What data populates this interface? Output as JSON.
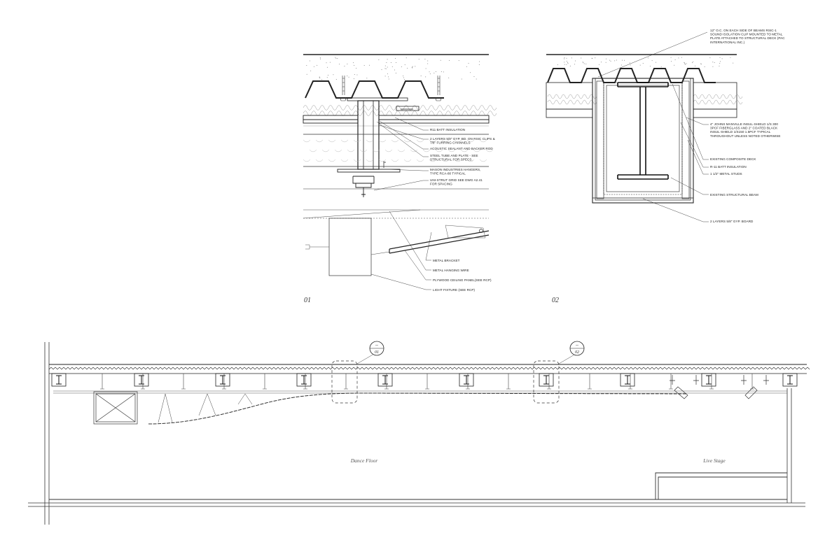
{
  "detail_01": {
    "tag": "01",
    "notes": [
      [
        "R11 BATT INSULATION"
      ],
      [
        "2 LAYERS 5/8\" GYP. BD. ON RSIC CLIPS &",
        "7/8\" FURRING CHANNELS"
      ],
      [
        "ACOUSTIC SEALANT AND BACKER ROD"
      ],
      [
        "STEEL TUBE AND PLATE - SEE",
        "STRUCTURAL FOR SPECS."
      ],
      [
        "MASON INDUSTRIES HANGERS,",
        "TYPE RCA-80 TYPICAL"
      ],
      [
        "UNI-STRUT GRID SEE DWG A2.41",
        "FOR SPACING"
      ]
    ],
    "lower_notes": [
      [
        "METAL BRACKET"
      ],
      [
        "METAL HANGING WIRE"
      ],
      [
        "PLYWOOD CEILING PANEL(SEE RCP)"
      ],
      [
        "LIGHT FIXTURE (SEE RCP)"
      ]
    ]
  },
  "detail_02": {
    "tag": "02",
    "notes": [
      [
        "12\" O.C. ON EACH SIDE OF BEAMS RSIC-1",
        "SOUND ISOLATION CLIP MOUNTED TO METAL",
        "PLATE ATTACHED TO STRUCTURAL DECK (PAC",
        "INTERNATIONAL INC.)"
      ],
      [
        "4\" JOHNS MANVILLE INSUL-SHIELD 1/S 300",
        "3PCF FIBERGLASS AND 2\" COATED BLACK",
        "INSUL-SHIELD 1/S150 1.5PCF TYPICAL",
        "THROUGHOUT UNLESS NOTED OTHERWISE"
      ],
      [
        "EXISTING COMPOSITE DECK"
      ],
      [
        "R-11 BATT INSULATION"
      ],
      [
        "1 1/2\" METAL STUDS"
      ],
      [
        "EXISTING STRUCTURAL BEAM"
      ],
      [
        "2 LAYERS 5/8\" GYP. BOARD"
      ]
    ]
  },
  "section": {
    "bubble_01": {
      "top": "--",
      "bottom": "01"
    },
    "bubble_02": {
      "top": "--",
      "bottom": "02"
    },
    "rooms": [
      "Dance Floor",
      "Live Stage"
    ]
  }
}
